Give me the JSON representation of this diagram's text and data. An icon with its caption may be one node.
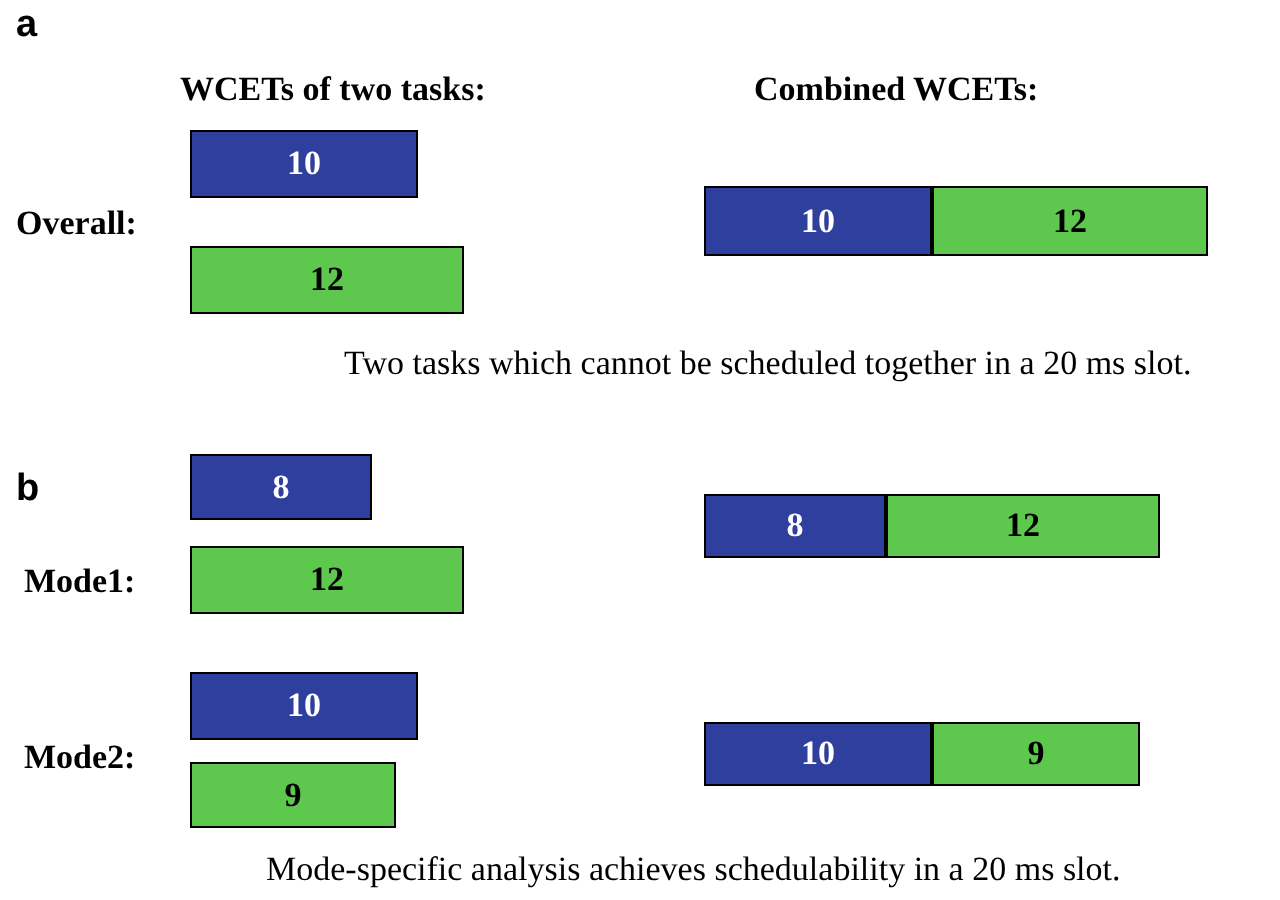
{
  "diagram": {
    "nodes": [
      {
        "text": [
          "10"
        ]
      },
      {
        "text": [
          "12"
        ]
      },
      {
        "text": [
          "10"
        ]
      },
      {
        "text": [
          "12"
        ]
      },
      {
        "text": [
          "8"
        ]
      },
      {
        "text": [
          "12"
        ]
      },
      {
        "text": [
          "8"
        ]
      },
      {
        "text": [
          "12"
        ]
      },
      {
        "text": [
          "10"
        ]
      },
      {
        "text": [
          "9"
        ]
      },
      {
        "text": [
          "10"
        ]
      },
      {
        "text": [
          "9"
        ]
      }
    ],
    "labels": [
      "a",
      "WCETs of two tasks:",
      "Combined WCETs:",
      "Overall:",
      "Two tasks which cannot be scheduled together in a 20 ms slot.",
      "b",
      "Mode1:",
      "Mode2:",
      "Mode-specific analysis achieves schedulability in a 20 ms slot."
    ]
  }
}
